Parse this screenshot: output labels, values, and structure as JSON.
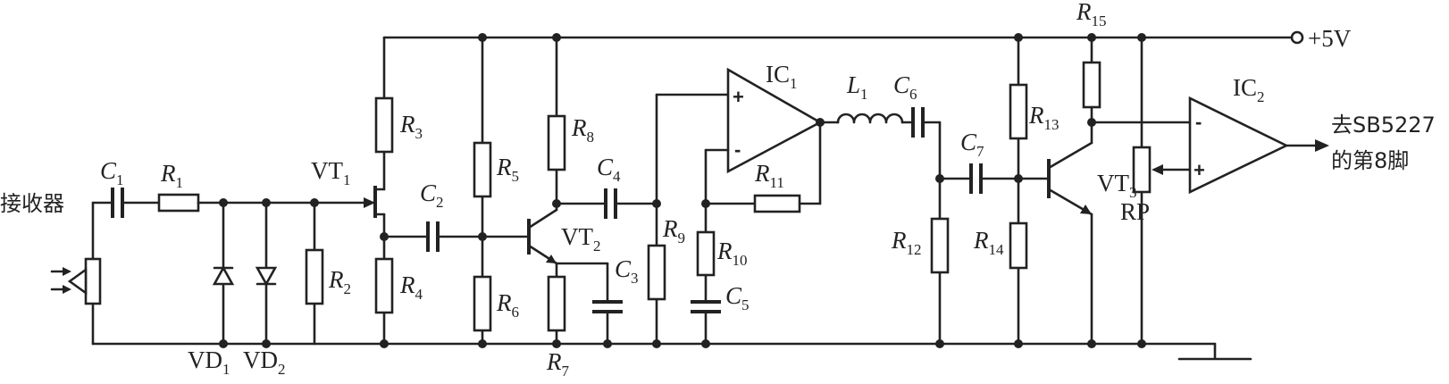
{
  "labels": {
    "receiver": "接收器",
    "C1": "C",
    "C1_sub": "1",
    "R1": "R",
    "R1_sub": "1",
    "R2": "R",
    "R2_sub": "2",
    "R3": "R",
    "R3_sub": "3",
    "R4": "R",
    "R4_sub": "4",
    "R5": "R",
    "R5_sub": "5",
    "R6": "R",
    "R6_sub": "6",
    "R7": "R",
    "R7_sub": "7",
    "R8": "R",
    "R8_sub": "8",
    "R9": "R",
    "R9_sub": "9",
    "R10": "R",
    "R10_sub": "10",
    "R11": "R",
    "R11_sub": "11",
    "R12": "R",
    "R12_sub": "12",
    "R13": "R",
    "R13_sub": "13",
    "R14": "R",
    "R14_sub": "14",
    "R15": "R",
    "R15_sub": "15",
    "C2": "C",
    "C2_sub": "2",
    "C3": "C",
    "C3_sub": "3",
    "C4": "C",
    "C4_sub": "4",
    "C5": "C",
    "C5_sub": "5",
    "C6": "C",
    "C6_sub": "6",
    "C7": "C",
    "C7_sub": "7",
    "L1": "L",
    "L1_sub": "1",
    "VT1": "VT",
    "VT1_sub": "1",
    "VT2": "VT",
    "VT2_sub": "2",
    "VT3": "VT",
    "VT3_sub": "3",
    "VD1": "VD",
    "VD1_sub": "1",
    "VD2": "VD",
    "VD2_sub": "2",
    "IC1": "IC",
    "IC1_sub": "1",
    "IC2": "IC",
    "IC2_sub": "2",
    "RP": "RP",
    "supply": "+5V",
    "output_line1": "去SB5227",
    "output_line2": "的第8脚",
    "plus": "+",
    "minus": "-"
  }
}
